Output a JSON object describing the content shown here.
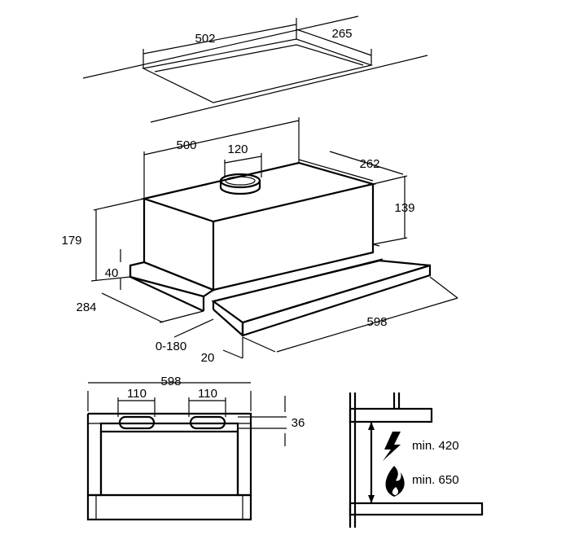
{
  "labels": {
    "panel_width": "502",
    "panel_depth": "265",
    "hood_width": "500",
    "duct_diameter": "120",
    "hood_depth": "262",
    "hood_height": "139",
    "total_height": "179",
    "front_height": "40",
    "drawer_depth": "284",
    "extension": "0-180",
    "front_offset": "20",
    "front_width": "598",
    "front_view_width": "598",
    "hole_left": "110",
    "hole_right": "110",
    "hole_height": "36",
    "min_electric": "min. 420",
    "min_gas": "min. 650"
  },
  "colors": {
    "line": "#000000",
    "background": "#ffffff"
  },
  "icons": [
    "lightning-icon",
    "flame-icon"
  ]
}
